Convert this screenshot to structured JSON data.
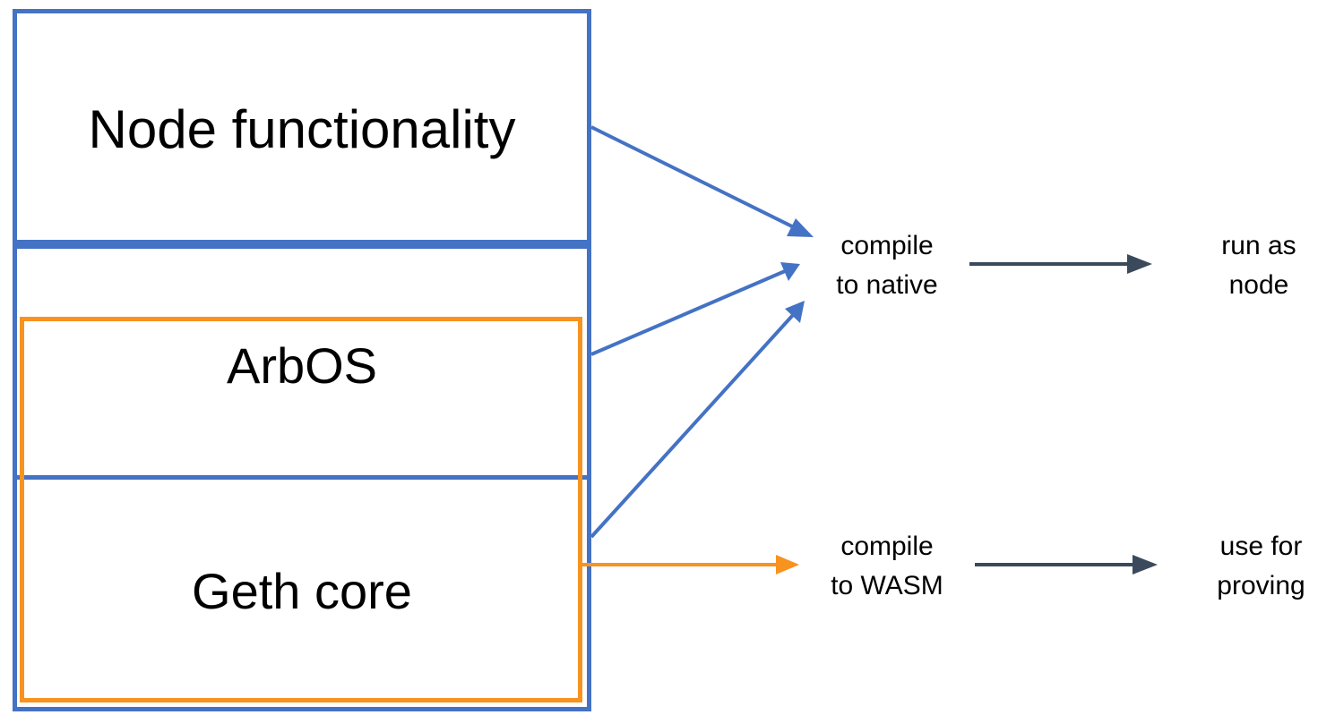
{
  "layers": {
    "node_functionality": "Node functionality",
    "arbos": "ArbOS",
    "geth_core": "Geth core"
  },
  "steps": {
    "native_line1": "compile",
    "native_line2": "to native",
    "wasm_line1": "compile",
    "wasm_line2": "to WASM",
    "run_line1": "run as",
    "run_line2": "node",
    "prove_line1": "use for",
    "prove_line2": "proving"
  },
  "colors": {
    "blue": "#4472c4",
    "orange": "#f7931e",
    "dark_arrow": "#3a4a5c"
  }
}
